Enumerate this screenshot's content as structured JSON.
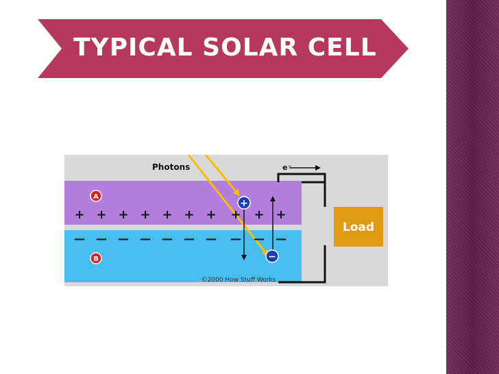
{
  "slide": {
    "title": "TYPICAL SOLAR CELL"
  },
  "diagram": {
    "photons_label": "Photons",
    "electron_label": "e⁻",
    "load_label": "Load",
    "layer_a_label": "A",
    "layer_b_label": "B",
    "hole_symbol": "+",
    "electron_symbol": "−",
    "positive_row": [
      "+",
      "+",
      "+",
      "+",
      "+",
      "+",
      "+",
      "+",
      "+",
      "+"
    ],
    "negative_row": [
      "—",
      "—",
      "—",
      "—",
      "—",
      "—",
      "—",
      "—",
      "—",
      "—"
    ],
    "copyright": "©2000 How Stuff Works"
  },
  "colors": {
    "banner": "#b5395f",
    "side_panel": "#6a1f52",
    "layer_a": "#b47ede",
    "layer_b": "#48bdf0",
    "diagram_bg": "#d9d9d9",
    "load": "#e09b14",
    "photon": "#f4c000",
    "badge_red": "#cf2424",
    "badge_blue": "#1a3cb5"
  }
}
